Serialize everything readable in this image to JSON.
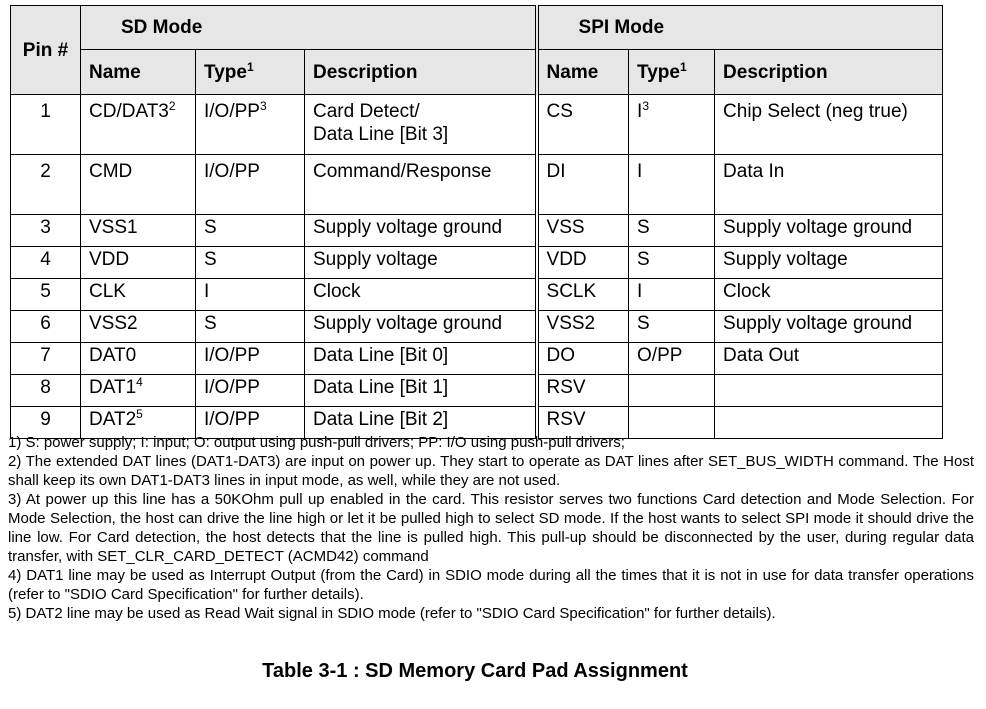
{
  "table": {
    "header": {
      "pin": "Pin #",
      "sd_mode": "SD Mode",
      "spi_mode": "SPI Mode",
      "name": "Name",
      "type": "Type",
      "type_sup": "1",
      "description": "Description"
    },
    "rows": [
      {
        "pin": "1",
        "sd_name": "CD/DAT3",
        "sd_name_sup": "2",
        "sd_type": "I/O/PP",
        "sd_type_sup": "3",
        "sd_desc": "Card Detect/",
        "sd_desc2": "Data Line [Bit 3]",
        "spi_name": "CS",
        "spi_type": "I",
        "spi_type_sup": "3",
        "spi_desc": "Chip Select (neg true)"
      },
      {
        "pin": "2",
        "sd_name": "CMD",
        "sd_name_sup": "",
        "sd_type": "I/O/PP",
        "sd_type_sup": "",
        "sd_desc": "Command/Response",
        "sd_desc2": "",
        "spi_name": "DI",
        "spi_type": "I",
        "spi_type_sup": "",
        "spi_desc": "Data In"
      },
      {
        "pin": "3",
        "sd_name": "VSS1",
        "sd_name_sup": "",
        "sd_type": "S",
        "sd_type_sup": "",
        "sd_desc": "Supply voltage ground",
        "sd_desc2": "",
        "spi_name": "VSS",
        "spi_type": "S",
        "spi_type_sup": "",
        "spi_desc": "Supply voltage ground"
      },
      {
        "pin": "4",
        "sd_name": "VDD",
        "sd_name_sup": "",
        "sd_type": "S",
        "sd_type_sup": "",
        "sd_desc": "Supply voltage",
        "sd_desc2": "",
        "spi_name": "VDD",
        "spi_type": "S",
        "spi_type_sup": "",
        "spi_desc": "Supply voltage"
      },
      {
        "pin": "5",
        "sd_name": "CLK",
        "sd_name_sup": "",
        "sd_type": "I",
        "sd_type_sup": "",
        "sd_desc": "Clock",
        "sd_desc2": "",
        "spi_name": "SCLK",
        "spi_type": "I",
        "spi_type_sup": "",
        "spi_desc": "Clock"
      },
      {
        "pin": "6",
        "sd_name": "VSS2",
        "sd_name_sup": "",
        "sd_type": "S",
        "sd_type_sup": "",
        "sd_desc": "Supply voltage ground",
        "sd_desc2": "",
        "spi_name": "VSS2",
        "spi_type": "S",
        "spi_type_sup": "",
        "spi_desc": "Supply voltage ground"
      },
      {
        "pin": "7",
        "sd_name": "DAT0",
        "sd_name_sup": "",
        "sd_type": "I/O/PP",
        "sd_type_sup": "",
        "sd_desc": "Data Line [Bit 0]",
        "sd_desc2": "",
        "spi_name": "DO",
        "spi_type": "O/PP",
        "spi_type_sup": "",
        "spi_desc": "Data Out"
      },
      {
        "pin": "8",
        "sd_name": "DAT1",
        "sd_name_sup": "4",
        "sd_type": "I/O/PP",
        "sd_type_sup": "",
        "sd_desc": "Data Line [Bit 1]",
        "sd_desc2": "",
        "spi_name": "RSV",
        "spi_type": "",
        "spi_type_sup": "",
        "spi_desc": ""
      },
      {
        "pin": "9",
        "sd_name": "DAT2",
        "sd_name_sup": "5",
        "sd_type": "I/O/PP",
        "sd_type_sup": "",
        "sd_desc": "Data Line [Bit 2]",
        "sd_desc2": "",
        "spi_name": "RSV",
        "spi_type": "",
        "spi_type_sup": "",
        "spi_desc": ""
      }
    ]
  },
  "notes": [
    "1) S: power supply; I: input; O: output using push-pull drivers; PP: I/O using push-pull drivers;",
    "2) The extended DAT lines (DAT1-DAT3) are input on power up. They start to operate as DAT lines after SET_BUS_WIDTH command. The Host shall keep its own DAT1-DAT3 lines in input mode, as well, while they are not used.",
    "3) At power up this line has a 50KOhm pull up enabled in the card. This resistor serves two functions Card detection and Mode Selection. For Mode Selection, the host can drive the line high or let it be pulled high to select SD mode. If the host wants to select SPI mode it should drive the line low. For Card detection, the host detects that the line is pulled high. This pull-up should be disconnected by the user, during regular data transfer, with SET_CLR_CARD_DETECT (ACMD42) command",
    "4) DAT1 line may be used as Interrupt Output (from the Card) in SDIO mode during all the times that it is not in use for data transfer operations (refer to \"SDIO Card Specification\" for further details).",
    "5) DAT2 line may be used as Read Wait signal in SDIO mode (refer to \"SDIO Card Specification\" for further details)."
  ],
  "caption": "Table 3-1 : SD Memory Card Pad Assignment"
}
